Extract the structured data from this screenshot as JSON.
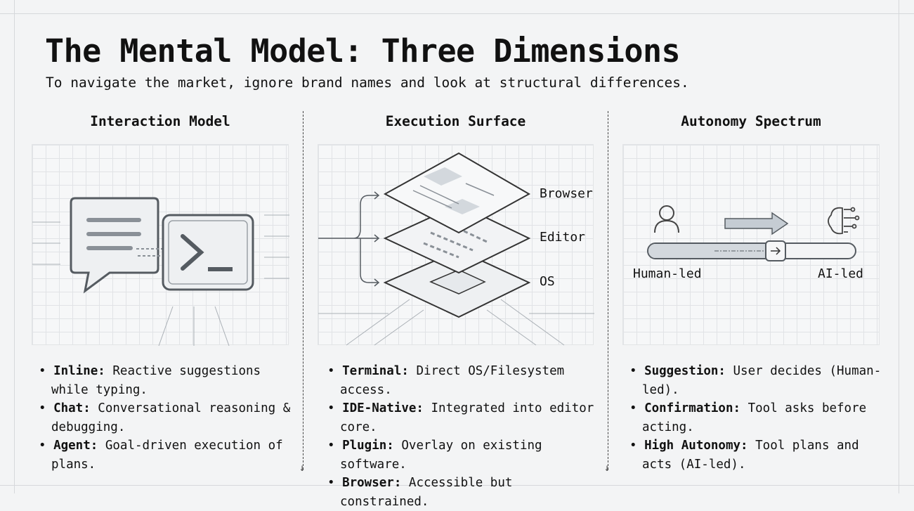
{
  "title": "The Mental Model: Three Dimensions",
  "subtitle": "To navigate the market, ignore brand names and look at structural differences.",
  "columns": [
    {
      "heading": "Interaction Model",
      "bullets": [
        {
          "term": "Inline:",
          "text": " Reactive suggestions while typing."
        },
        {
          "term": "Chat:",
          "text": " Conversational reasoning & debugging."
        },
        {
          "term": "Agent:",
          "text": " Goal-driven execution of plans."
        }
      ]
    },
    {
      "heading": "Execution Surface",
      "layers": [
        "Browser",
        "Editor",
        "OS"
      ],
      "bullets": [
        {
          "term": "Terminal:",
          "text": " Direct OS/Filesystem access."
        },
        {
          "term": "IDE-Native:",
          "text": " Integrated into editor core."
        },
        {
          "term": "Plugin:",
          "text": " Overlay on existing software."
        },
        {
          "term": "Browser:",
          "text": " Accessible but constrained."
        }
      ]
    },
    {
      "heading": "Autonomy Spectrum",
      "slider": {
        "left_label": "Human-led",
        "right_label": "AI-led",
        "position": 0.61
      },
      "bullets": [
        {
          "term": "Suggestion:",
          "text": " User decides (Human-led)."
        },
        {
          "term": "Confirmation:",
          "text": " Tool asks before acting."
        },
        {
          "term": "High Autonomy:",
          "text": " Tool plans and acts (AI-led)."
        }
      ]
    }
  ],
  "icons": [
    "chat-bubble-icon",
    "terminal-icon",
    "browser-layer-icon",
    "editor-layer-icon",
    "os-chip-icon",
    "person-icon",
    "brain-circuit-icon",
    "arrow-right-icon"
  ],
  "colors": {
    "background": "#f3f4f5",
    "text": "#111111",
    "line": "#555b61",
    "fill": "#d3d8dd"
  }
}
